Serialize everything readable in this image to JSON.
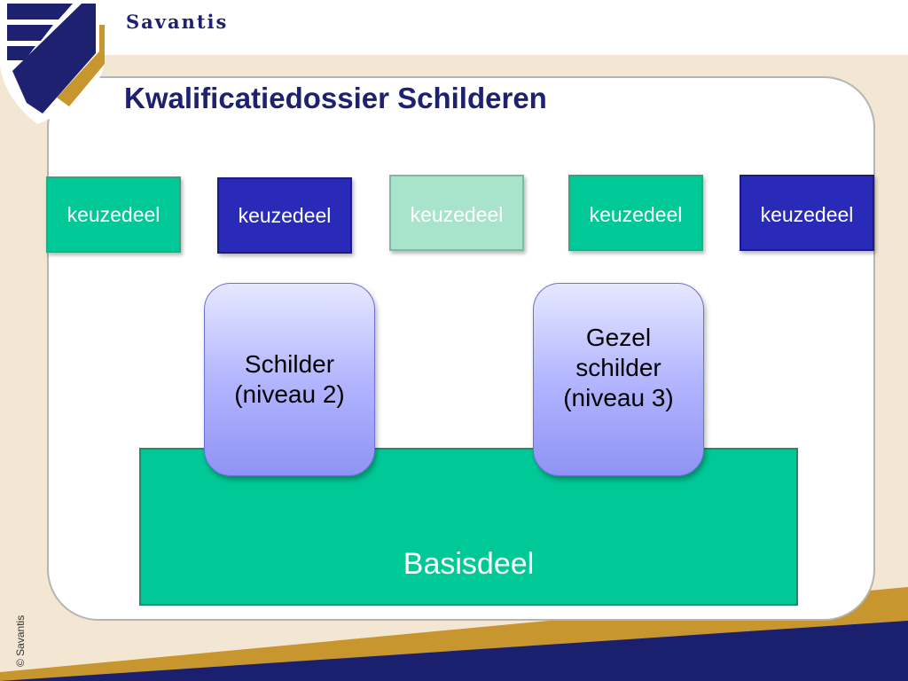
{
  "brand": {
    "name": "Savantis"
  },
  "title": "Kwalificatiedossier Schilderen",
  "keuzedelen": [
    {
      "label": "keuzedeel",
      "color": "#00c896"
    },
    {
      "label": "keuzedeel",
      "color": "#2a2ab8"
    },
    {
      "label": "keuzedeel",
      "color": "#a8e4cc"
    },
    {
      "label": "keuzedeel",
      "color": "#00c896"
    },
    {
      "label": "keuzedeel",
      "color": "#2a2ab8"
    }
  ],
  "profielen": [
    {
      "lines": [
        "Schilder",
        "(niveau 2)"
      ]
    },
    {
      "lines": [
        "Gezel",
        "schilder",
        "(niveau 3)"
      ]
    }
  ],
  "basisdeel": {
    "label": "Basisdeel",
    "color": "#00c896"
  },
  "footer": {
    "copyright": "© Savantis"
  },
  "colors": {
    "navy": "#1e2170",
    "gold": "#c8962e",
    "beige": "#f3e6d2"
  }
}
